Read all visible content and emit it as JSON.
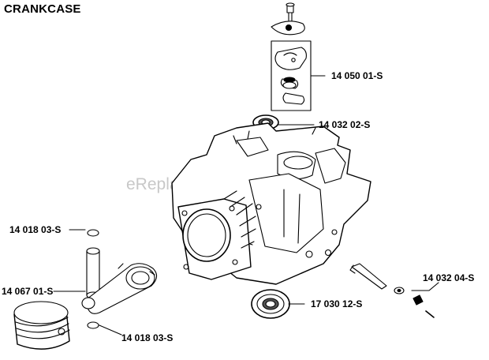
{
  "title": "CRANKCASE",
  "watermark": "eReplacementParts.com",
  "parts": {
    "gasket_kit": "14 050 01-S",
    "oil_seal_top": "14 032 02-S",
    "retaining_ring_top": "14 018 03-S",
    "connecting_rod": "14 067 01-S",
    "retaining_ring_bottom": "14 018 03-S",
    "oil_seal_bottom": "17 030 12-S",
    "drain_plug": "14 032 04-S"
  }
}
